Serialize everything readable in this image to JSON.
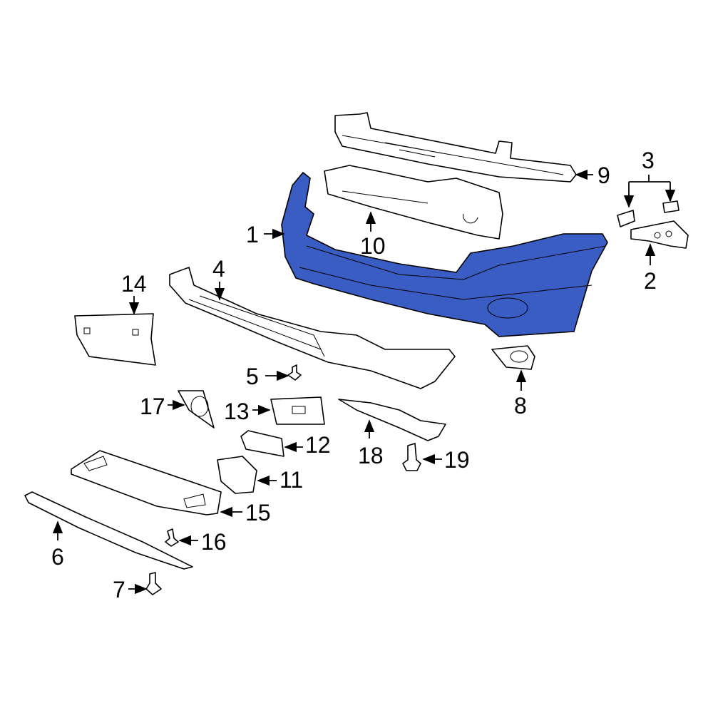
{
  "diagram": {
    "highlight_color": "#3a5dc4",
    "callouts": [
      {
        "id": "1",
        "label": "1"
      },
      {
        "id": "2",
        "label": "2"
      },
      {
        "id": "3",
        "label": "3"
      },
      {
        "id": "4",
        "label": "4"
      },
      {
        "id": "5",
        "label": "5"
      },
      {
        "id": "6",
        "label": "6"
      },
      {
        "id": "7",
        "label": "7"
      },
      {
        "id": "8",
        "label": "8"
      },
      {
        "id": "9",
        "label": "9"
      },
      {
        "id": "10",
        "label": "10"
      },
      {
        "id": "11",
        "label": "11"
      },
      {
        "id": "12",
        "label": "12"
      },
      {
        "id": "13",
        "label": "13"
      },
      {
        "id": "14",
        "label": "14"
      },
      {
        "id": "15",
        "label": "15"
      },
      {
        "id": "16",
        "label": "16"
      },
      {
        "id": "17",
        "label": "17"
      },
      {
        "id": "18",
        "label": "18"
      },
      {
        "id": "19",
        "label": "19"
      }
    ]
  }
}
